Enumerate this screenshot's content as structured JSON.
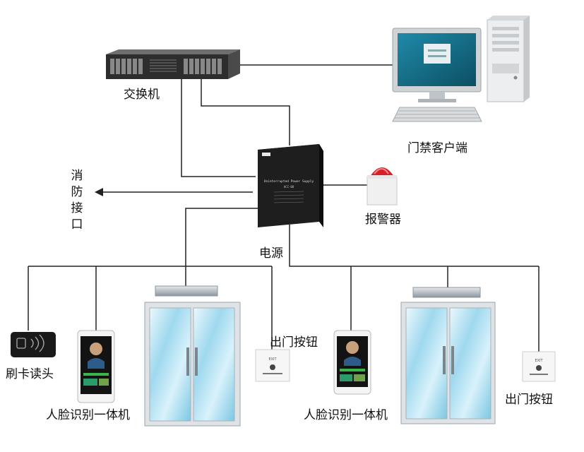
{
  "labels": {
    "switch": "交换机",
    "client": "门禁客户端",
    "fire_interface": "消防接口",
    "alarm": "报警器",
    "power": "电源",
    "exit_button_left": "出门按钮",
    "exit_button_right": "出门按钮",
    "card_reader": "刷卡读头",
    "face_terminal_left": "人脸识别一体机",
    "face_terminal_right": "人脸识别一体机"
  },
  "device_text": {
    "power_box_line1": "Uninterrupted Power Supply",
    "power_box_line2": "ACC-08",
    "exit_plate_text": "EXIT"
  },
  "colors": {
    "line": "#222222",
    "glass": "#bfe6f3",
    "frame": "#9aa4ac",
    "box": "#1c1c1c",
    "alarm_red": "#d71f26"
  }
}
